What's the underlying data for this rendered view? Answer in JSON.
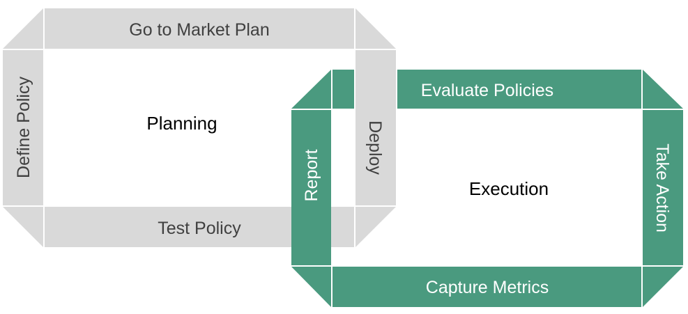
{
  "planning": {
    "title": "Planning",
    "top_label": "Go to Market Plan",
    "left_label": "Define Policy",
    "right_label": "Deploy",
    "bottom_label": "Test Policy"
  },
  "execution": {
    "title": "Execution",
    "top_label": "Evaluate Policies",
    "left_label": "Report",
    "right_label": "Take Action",
    "bottom_label": "Capture Metrics"
  },
  "colors": {
    "planning_band": "#d9d9d9",
    "execution_band": "#4a9a7f",
    "planning_text": "#404040",
    "execution_text": "#ffffff",
    "center_text": "#000000"
  }
}
